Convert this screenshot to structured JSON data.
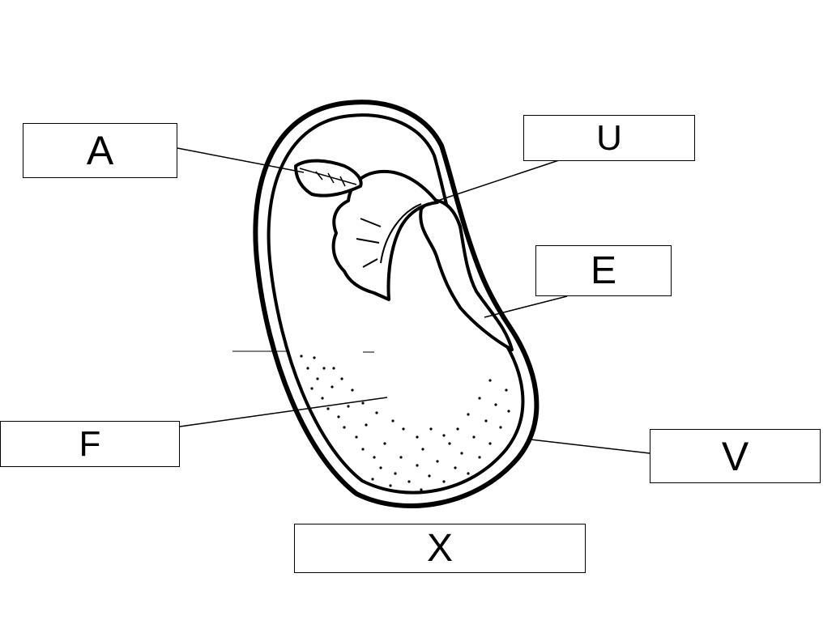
{
  "labels": {
    "a": "A",
    "u": "U",
    "e": "E",
    "f": "F",
    "v": "V",
    "x": "X"
  }
}
